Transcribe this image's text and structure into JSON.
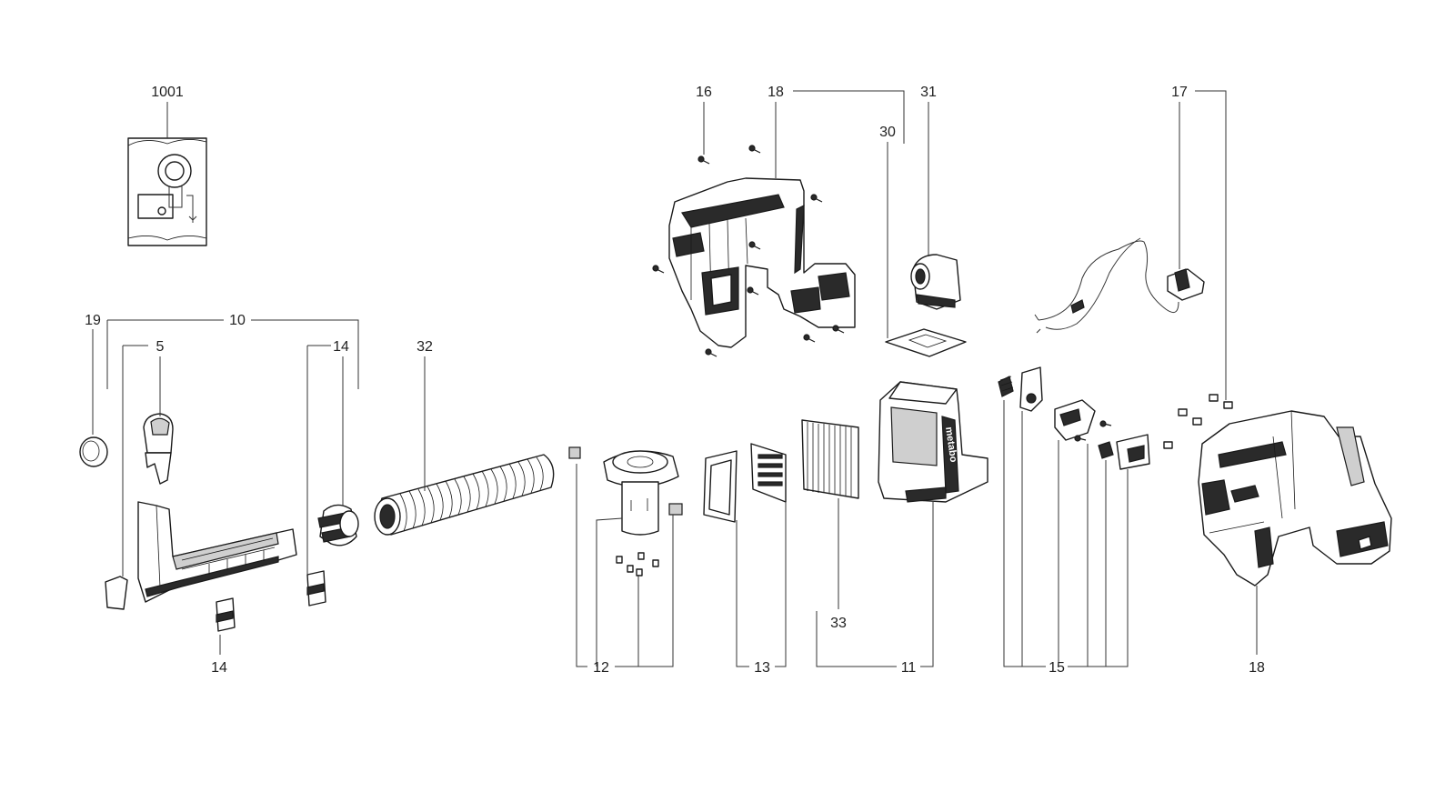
{
  "labels": {
    "l1001": "1001",
    "l19": "19",
    "l10": "10",
    "l5": "5",
    "l14a": "14",
    "l14b": "14",
    "l32": "32",
    "l12": "12",
    "l13": "13",
    "l11": "11",
    "l33": "33",
    "l16": "16",
    "l18a": "18",
    "l30": "30",
    "l31": "31",
    "l17": "17",
    "l15": "15",
    "l18b": "18"
  },
  "brand_text": "metabo"
}
